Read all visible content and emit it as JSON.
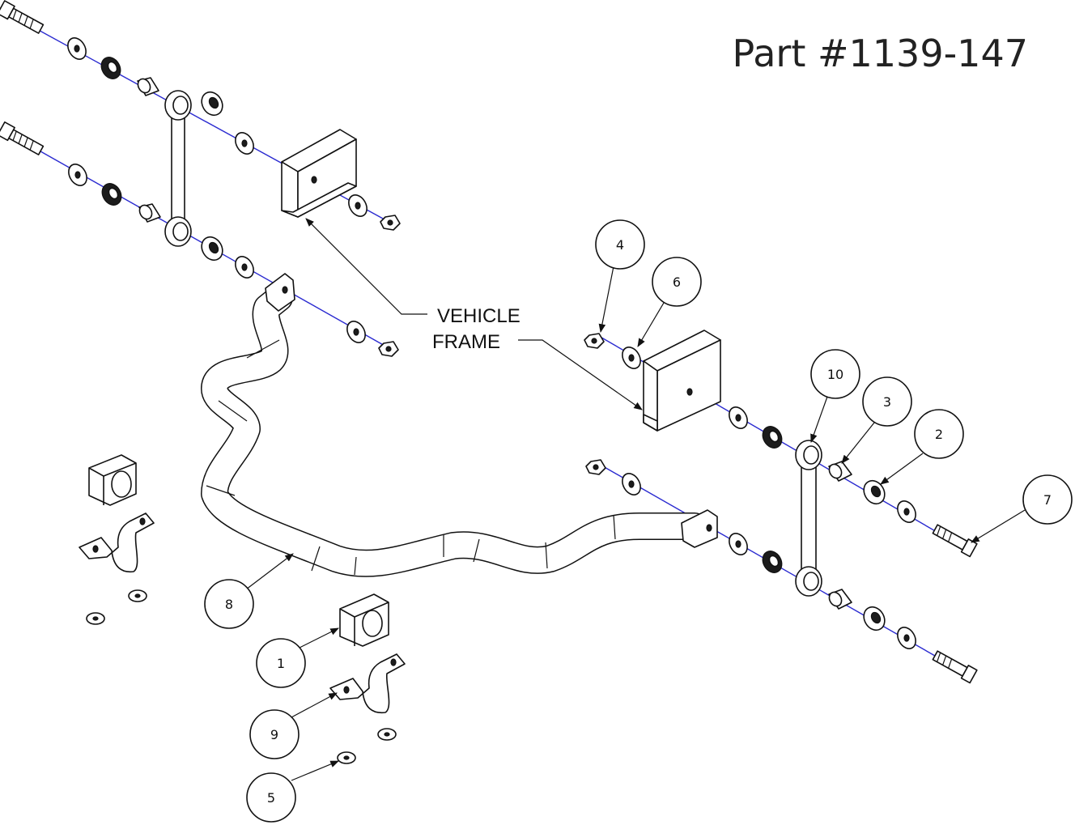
{
  "title": "Part #1139-147",
  "frame_label": [
    "VEHICLE",
    "FRAME"
  ],
  "callouts": [
    {
      "id": "callout-1",
      "label": "1"
    },
    {
      "id": "callout-2",
      "label": "2"
    },
    {
      "id": "callout-3",
      "label": "3"
    },
    {
      "id": "callout-4",
      "label": "4"
    },
    {
      "id": "callout-5",
      "label": "5"
    },
    {
      "id": "callout-6",
      "label": "6"
    },
    {
      "id": "callout-7",
      "label": "7"
    },
    {
      "id": "callout-8",
      "label": "8"
    },
    {
      "id": "callout-9",
      "label": "9"
    },
    {
      "id": "callout-10",
      "label": "10"
    }
  ],
  "colors": {
    "line": "#111111",
    "axis": "#2a2ad0"
  }
}
